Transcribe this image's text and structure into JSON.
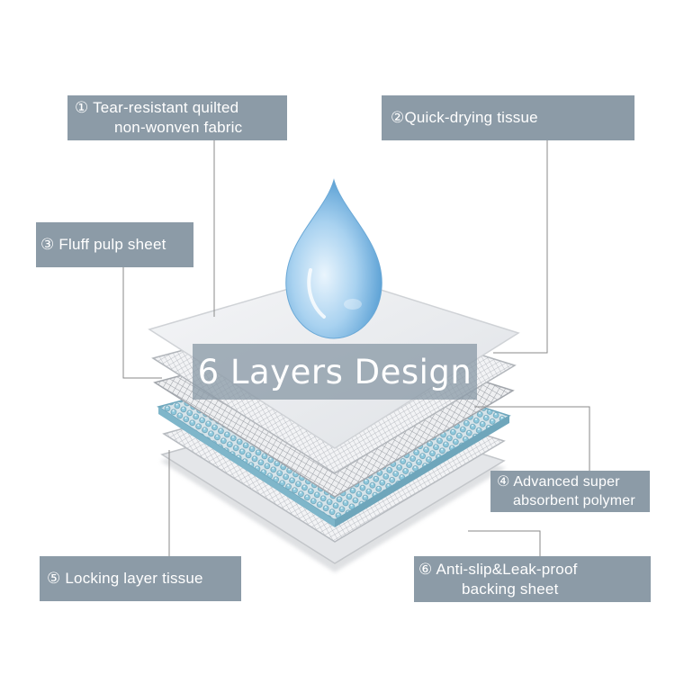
{
  "title": "6 Layers Design",
  "layers": [
    {
      "number": "①",
      "line1": "Tear-resistant quilted",
      "line2": "non-wonven fabric"
    },
    {
      "number": "②",
      "line1": "Quick-drying tissue",
      "line2": ""
    },
    {
      "number": "③",
      "line1": "Fluff pulp sheet",
      "line2": ""
    },
    {
      "number": "④",
      "line1": "Advanced super",
      "line2": "absorbent polymer"
    },
    {
      "number": "⑤",
      "line1": "Locking layer tissue",
      "line2": ""
    },
    {
      "number": "⑥",
      "line1": "Anti-slip&Leak-proof",
      "line2": "backing sheet"
    }
  ],
  "colors": {
    "label_bg": "#8c9ba7",
    "leader_line": "#8a8a8a",
    "drop_blue": "#7fb8e0",
    "bead_blue": "#8ec8dc"
  },
  "icons": {
    "drop": "water-drop-icon"
  }
}
